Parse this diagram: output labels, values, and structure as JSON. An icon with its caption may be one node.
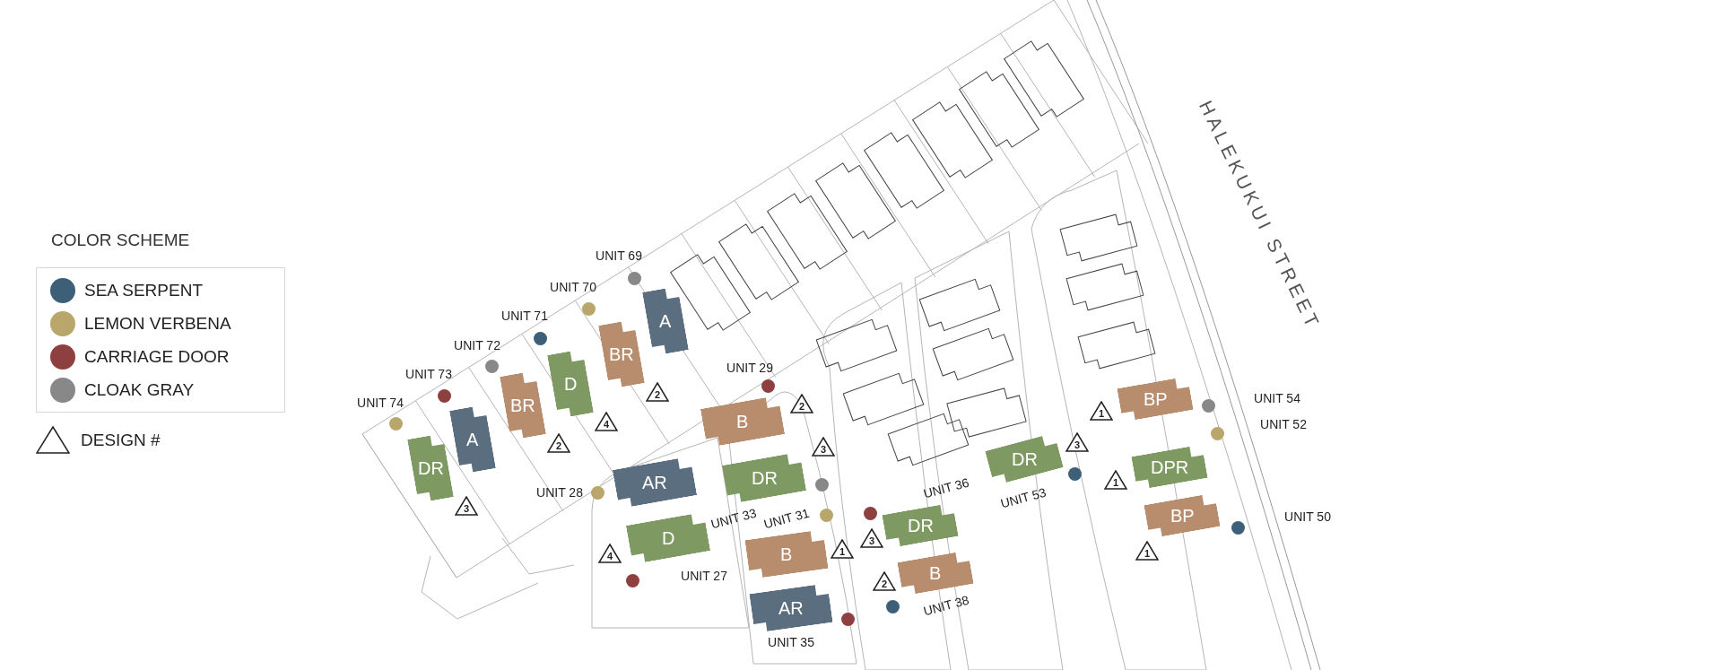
{
  "diagram": {
    "title": "COLOR SCHEME",
    "nodes": [
      {
        "text": [
          "DR"
        ]
      },
      {
        "text": [
          "3"
        ]
      },
      {
        "text": [
          "A"
        ]
      },
      {
        "text": [
          "BR"
        ]
      },
      {
        "text": [
          "2"
        ]
      },
      {
        "text": [
          "D"
        ]
      },
      {
        "text": [
          "4"
        ]
      },
      {
        "text": [
          "BR"
        ]
      },
      {
        "text": [
          "2"
        ]
      },
      {
        "text": [
          "A"
        ]
      },
      {
        "text": [
          "B"
        ]
      },
      {
        "text": [
          "2"
        ]
      },
      {
        "text": [
          "AR"
        ]
      },
      {
        "text": [
          "DR"
        ]
      },
      {
        "text": [
          "3"
        ]
      },
      {
        "text": [
          "D"
        ]
      },
      {
        "text": [
          "4"
        ]
      },
      {
        "text": [
          "B"
        ]
      },
      {
        "text": [
          "1"
        ]
      },
      {
        "text": [
          "AR"
        ]
      },
      {
        "text": [
          "DR"
        ]
      },
      {
        "text": [
          "3"
        ]
      },
      {
        "text": [
          "B"
        ]
      },
      {
        "text": [
          "2"
        ]
      },
      {
        "text": [
          "DR"
        ]
      },
      {
        "text": [
          "3"
        ]
      },
      {
        "text": [
          "BP"
        ]
      },
      {
        "text": [
          "1"
        ]
      },
      {
        "text": [
          "DPR"
        ]
      },
      {
        "text": [
          "1"
        ]
      },
      {
        "text": [
          "BP"
        ]
      },
      {
        "text": [
          "1"
        ]
      }
    ],
    "labels": [
      "UNIT 69",
      "UNIT 70",
      "UNIT 71",
      "UNIT 72",
      "UNIT 73",
      "UNIT 74",
      "UNIT 29",
      "UNIT 28",
      "UNIT 31",
      "UNIT 33",
      "UNIT 27",
      "UNIT 35",
      "UNIT 36",
      "UNIT 38",
      "UNIT 53",
      "HALEKUKUI STREET",
      "UNIT 54",
      "UNIT 52",
      "UNIT 50"
    ],
    "legend": [
      {
        "text": "SEA SERPENT",
        "color": "#3d6078"
      },
      {
        "text": "LEMON VERBENA",
        "color": "#b8a66a"
      },
      {
        "text": "CARRIAGE DOOR",
        "color": "#8e4041"
      },
      {
        "text": "CLOAK GRAY",
        "color": "#888888"
      },
      {
        "text": "DESIGN #"
      }
    ]
  }
}
